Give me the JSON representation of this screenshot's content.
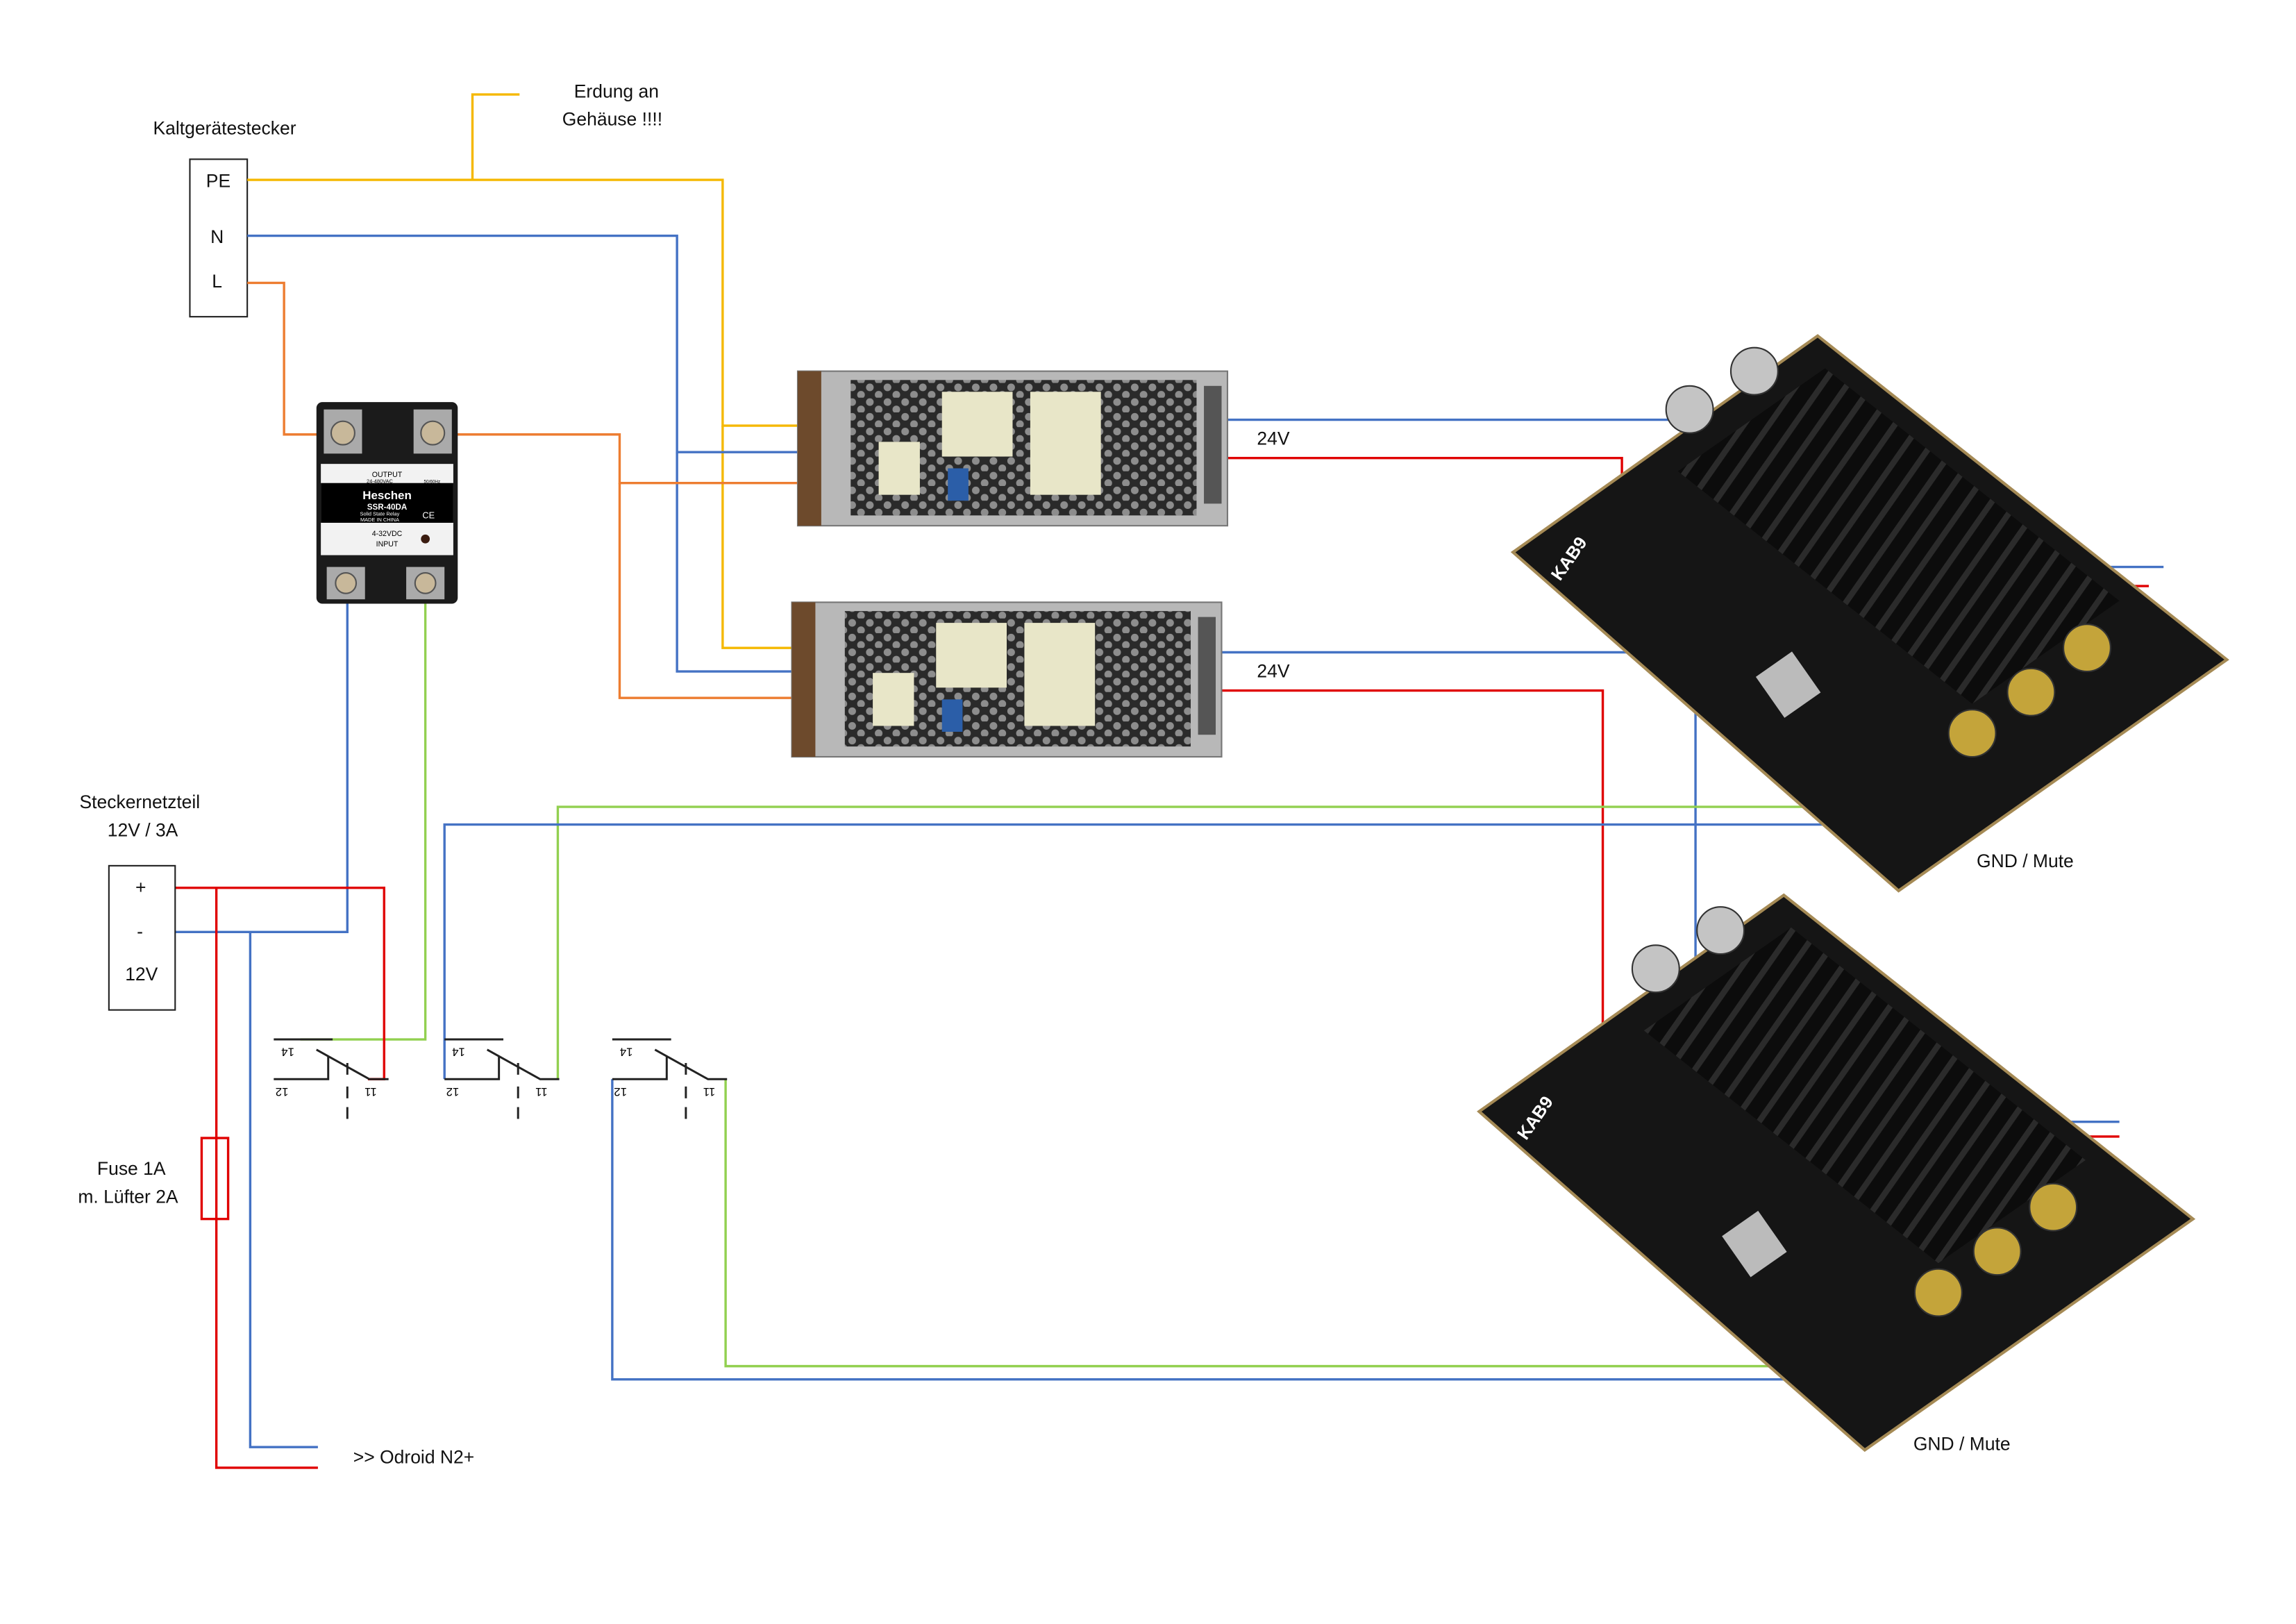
{
  "connector": {
    "title": "Kaltgerätestecker",
    "pins": [
      "PE",
      "N",
      "L"
    ]
  },
  "ground_note": {
    "line1": "Erdung an",
    "line2": "Gehäuse !!!!"
  },
  "ssr": {
    "brand": "Heschen",
    "model": "SSR-40DA",
    "type": "Solid State Relay",
    "origin": "MADE IN CHINA",
    "output": "OUTPUT",
    "output_range": "24-480VAC",
    "freq": "50/60Hz",
    "input_range": "4-32VDC",
    "input": "INPUT",
    "ce": "CE"
  },
  "psu": [
    {
      "voltage": "24V"
    },
    {
      "voltage": "24V"
    }
  ],
  "plug_psu": {
    "title": "Steckernetzteil",
    "rating": "12V / 3A",
    "plus": "+",
    "minus": "-",
    "voltage": "12V"
  },
  "fuse": {
    "line1": "Fuse 1A",
    "line2": "m. Lüfter 2A"
  },
  "odroid": {
    "label": ">> Odroid N2+"
  },
  "relays": [
    {
      "t14": "14",
      "t12": "12",
      "t11": "11"
    },
    {
      "t14": "14",
      "t12": "12",
      "t11": "11"
    },
    {
      "t14": "14",
      "t12": "12",
      "t11": "11"
    }
  ],
  "amps": [
    {
      "model": "KAB9",
      "mute_label": "GND / Mute"
    },
    {
      "model": "KAB9",
      "mute_label": "GND / Mute"
    }
  ],
  "colors": {
    "pe": "#f5b800",
    "neutral": "#4472c4",
    "live": "#ed7d31",
    "positive": "#e00000",
    "signal": "#92d050"
  }
}
